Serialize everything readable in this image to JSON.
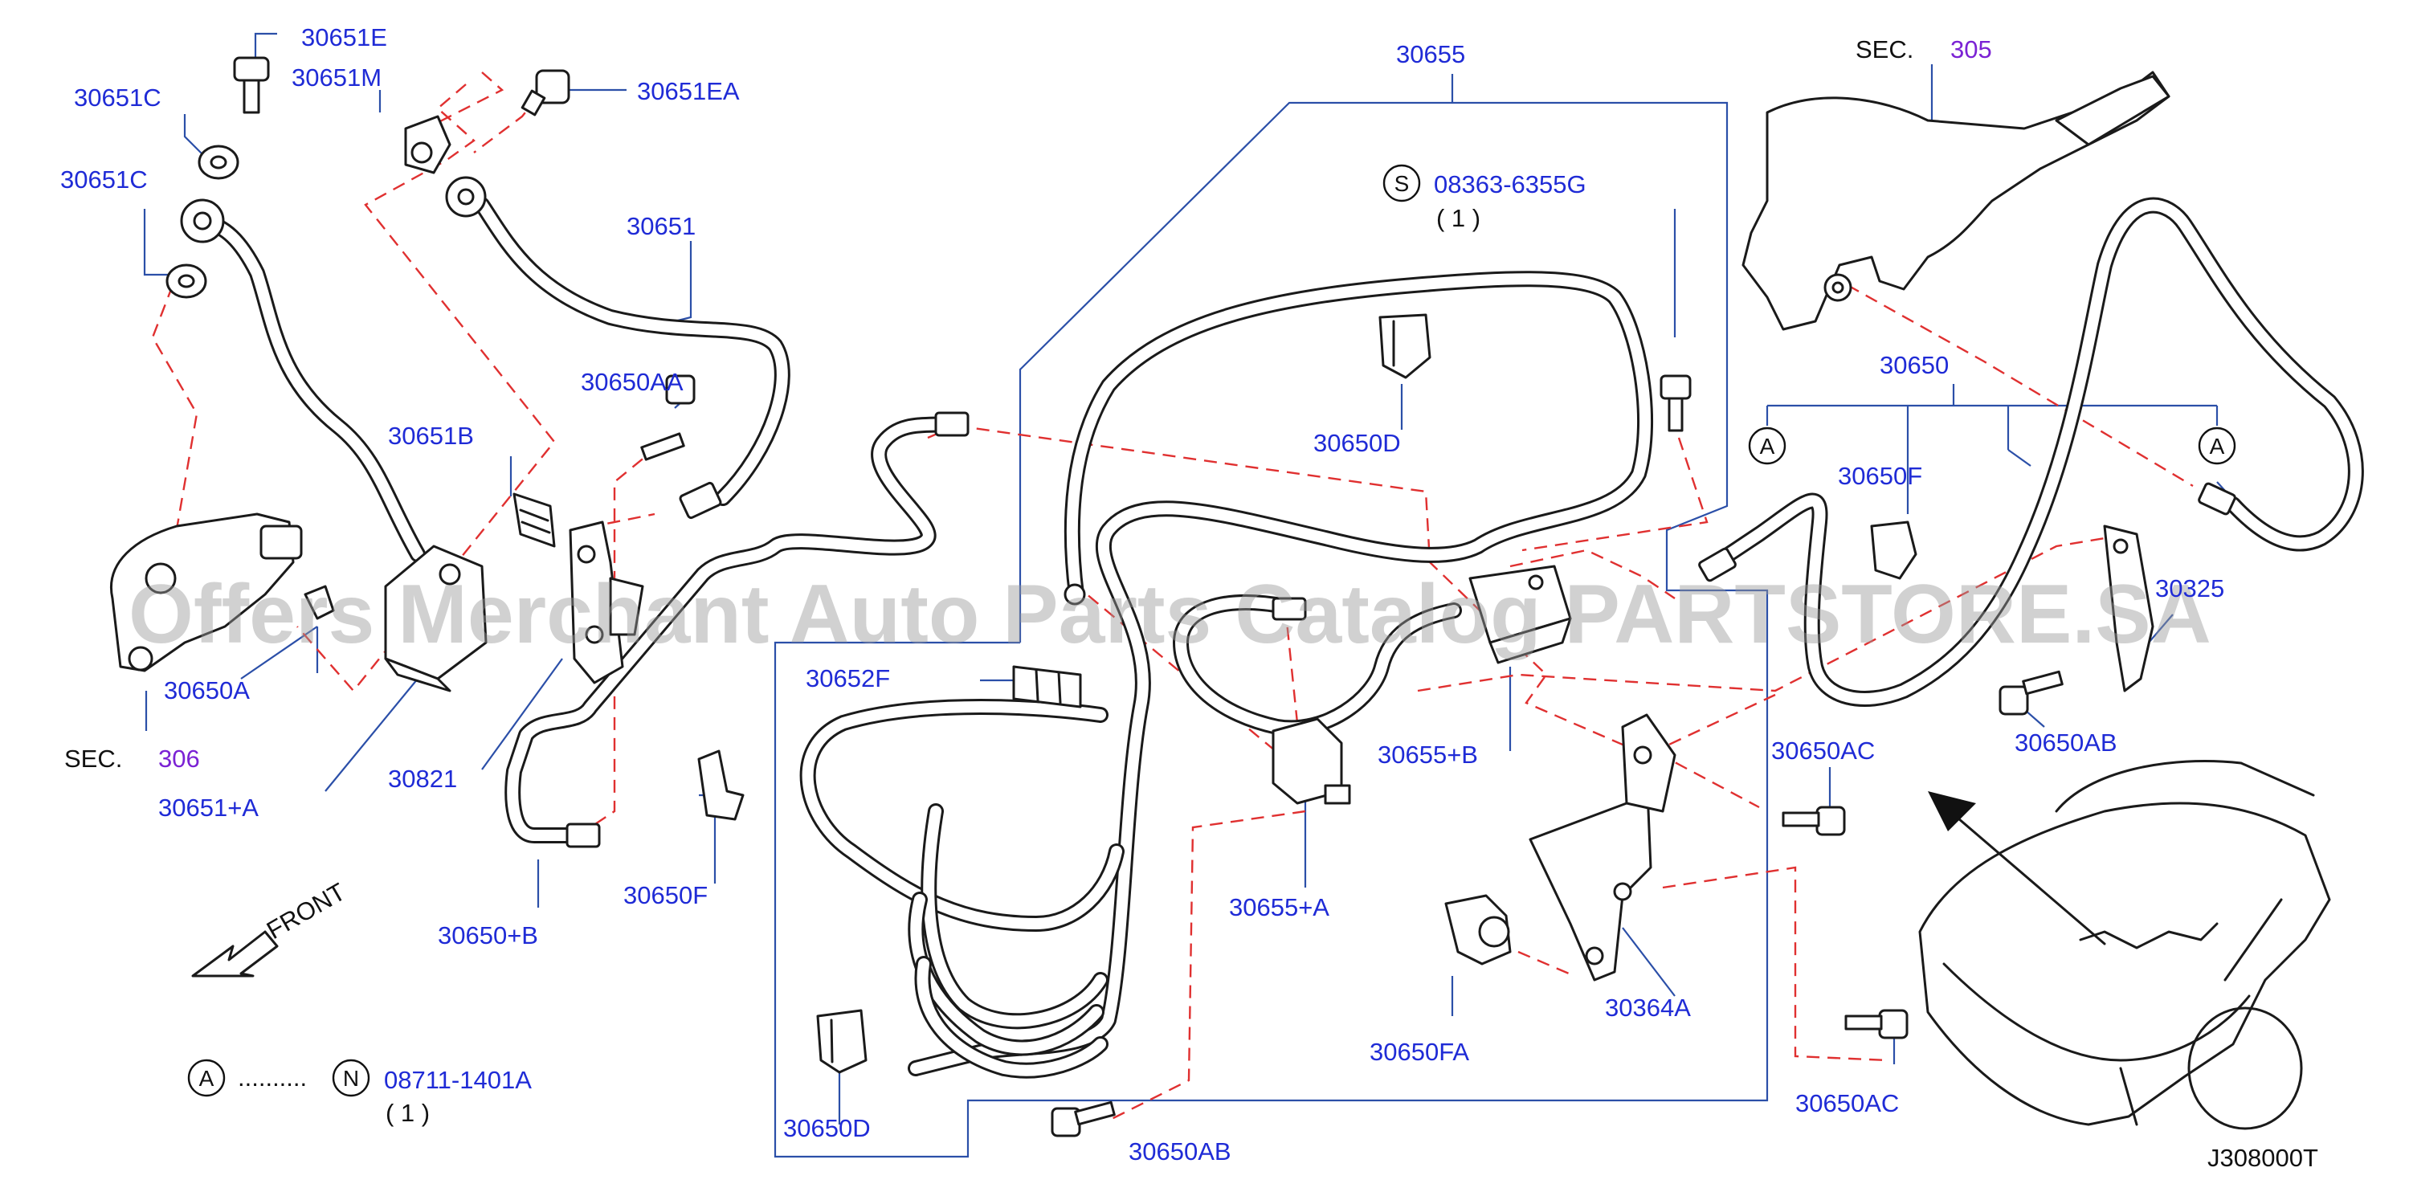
{
  "labels": {
    "p30651E": "30651E",
    "p30651M": "30651M",
    "p30651EA": "30651EA",
    "p30651C_a": "30651C",
    "p30651C_b": "30651C",
    "p30651": "30651",
    "p30650AA": "30650AA",
    "p30651B": "30651B",
    "p30650A": "30650A",
    "p30821": "30821",
    "p30651A": "30651+A",
    "p30650F_a": "30650F",
    "p30650B": "30650+B",
    "p30655": "30655",
    "p30652F": "30652F",
    "p30650D_a": "30650D",
    "p30650D_b": "30650D",
    "p30655B": "30655+B",
    "p30655A": "30655+A",
    "p30650AB_a": "30650AB",
    "p30650FA": "30650FA",
    "p30364A": "30364A",
    "p30650AC_a": "30650AC",
    "p30650AC_b": "30650AC",
    "p30650": "30650",
    "p30650F_b": "30650F",
    "p30650AB_b": "30650AB",
    "p30325": "30325",
    "p08363": "08363-6355G",
    "p08363_qty": "( 1 )",
    "p08711": "08711-1401A",
    "p08711_qty": "( 1 )",
    "sec": "SEC.",
    "sec305": "305",
    "sec306": "306",
    "front": "FRONT",
    "dots": "..........",
    "diagram_code": "J308000T",
    "mark_s": "S",
    "mark_n": "N",
    "mark_a1": "A",
    "mark_a2": "A",
    "mark_a3": "A"
  },
  "watermark": "Offers Merchant Auto Parts Catalog PARTSTORE.SA",
  "colors": {
    "label_blue": "#1f2bd6",
    "section_purple": "#7b22d4",
    "dash_red": "#e03030",
    "leader_blue": "#2b4fa8"
  }
}
